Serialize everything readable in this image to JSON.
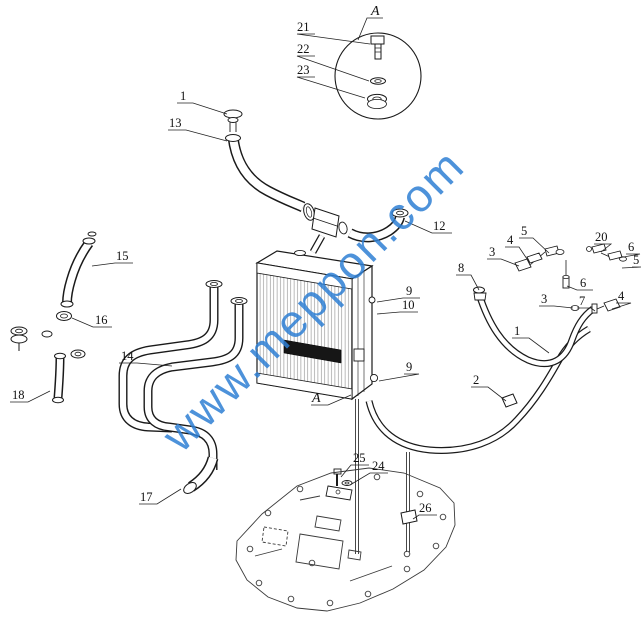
{
  "diagram": {
    "watermark": {
      "text": "www.meppon.com",
      "color": "#2e7fd4"
    },
    "colors": {
      "line": "#1a1a1a",
      "core_band": "#161616"
    },
    "detail_view": {
      "label": "A"
    },
    "callouts": [
      {
        "text": "21"
      },
      {
        "text": "22"
      },
      {
        "text": "23"
      },
      {
        "text": "A"
      },
      {
        "text": "1"
      },
      {
        "text": "13"
      },
      {
        "text": "12"
      },
      {
        "text": "15"
      },
      {
        "text": "16"
      },
      {
        "text": "14"
      },
      {
        "text": "18"
      },
      {
        "text": "17"
      },
      {
        "text": "9"
      },
      {
        "text": "10"
      },
      {
        "text": "8"
      },
      {
        "text": "3"
      },
      {
        "text": "4"
      },
      {
        "text": "5"
      },
      {
        "text": "20"
      },
      {
        "text": "6"
      },
      {
        "text": "5"
      },
      {
        "text": "6"
      },
      {
        "text": "3"
      },
      {
        "text": "7"
      },
      {
        "text": "4"
      },
      {
        "text": "1"
      },
      {
        "text": "2"
      },
      {
        "text": "9"
      },
      {
        "text": "A"
      },
      {
        "text": "25"
      },
      {
        "text": "24"
      },
      {
        "text": "26"
      }
    ]
  }
}
